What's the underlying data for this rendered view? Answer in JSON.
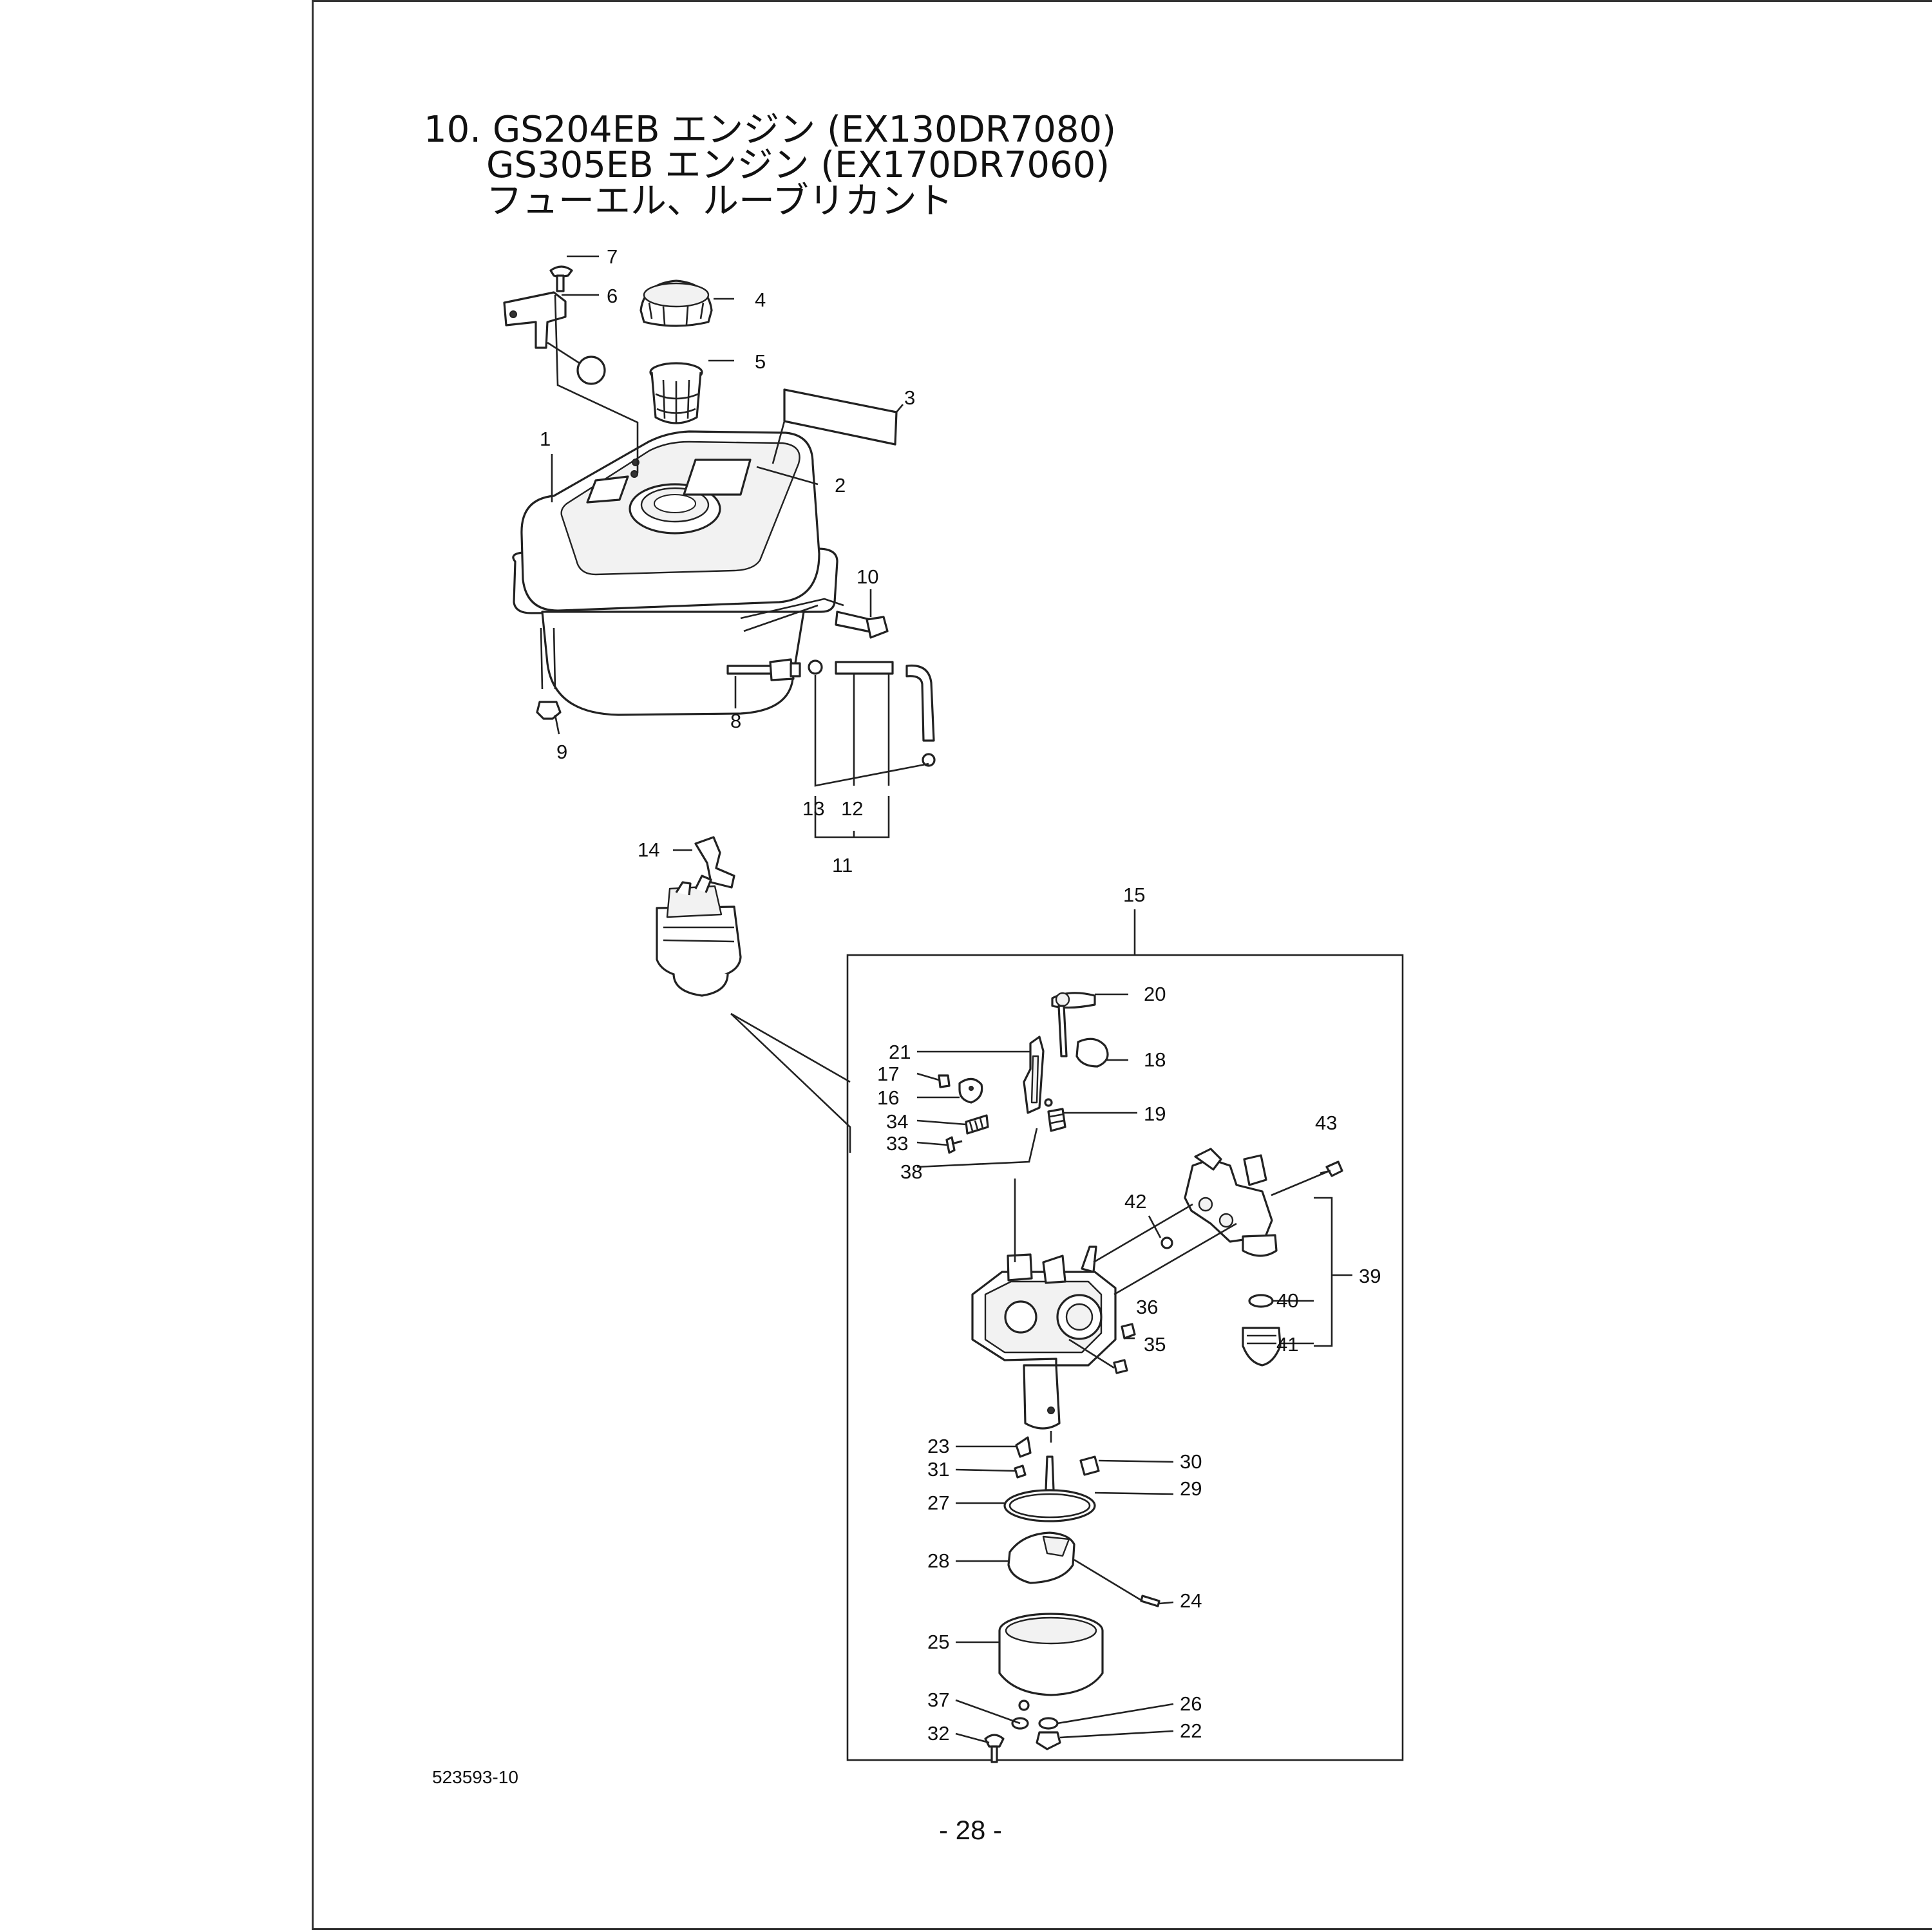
{
  "title": {
    "line1": "10. GS204EB エンジン (EX130DR7080)",
    "line2": "GS305EB エンジン (EX170DR7060)",
    "line3": "フューエル、ルーブリカント"
  },
  "labels": {
    "p1": "1",
    "p2": "2",
    "p3": "3",
    "p4": "4",
    "p5": "5",
    "p6": "6",
    "p7": "7",
    "p8": "8",
    "p9": "9",
    "p10": "10",
    "p11": "11",
    "p12": "12",
    "p13": "13",
    "p14": "14",
    "p15": "15",
    "p16": "16",
    "p17": "17",
    "p18": "18",
    "p19": "19",
    "p20": "20",
    "p21": "21",
    "p22": "22",
    "p23": "23",
    "p24": "24",
    "p25": "25",
    "p26": "26",
    "p27": "27",
    "p28": "28",
    "p29": "29",
    "p30": "30",
    "p31": "31",
    "p32": "32",
    "p33": "33",
    "p34": "34",
    "p35": "35",
    "p36": "36",
    "p37": "37",
    "p38": "38",
    "p39": "39",
    "p40": "40",
    "p41": "41",
    "p42": "42",
    "p43": "43"
  },
  "doc_id": "523593-10",
  "page_number": "- 28 -"
}
